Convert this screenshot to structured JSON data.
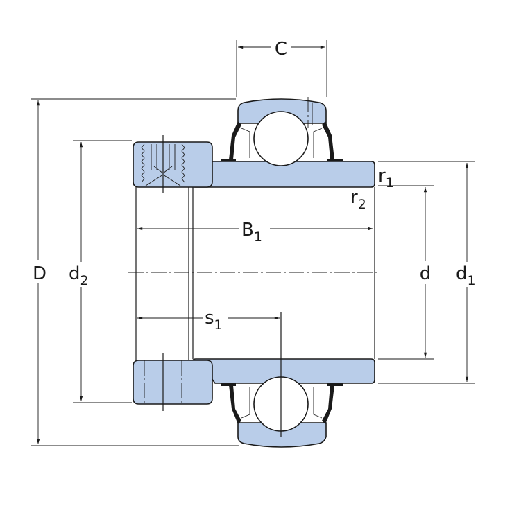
{
  "diagram": {
    "colors": {
      "part_fill": "#b9cde9",
      "line": "#1a1a1a"
    },
    "labels": {
      "C": {
        "base": "C",
        "sub": ""
      },
      "D": {
        "base": "D",
        "sub": ""
      },
      "d2": {
        "base": "d",
        "sub": "2"
      },
      "B1": {
        "base": "B",
        "sub": "1"
      },
      "r1": {
        "base": "r",
        "sub": "1"
      },
      "r2": {
        "base": "r",
        "sub": "2"
      },
      "d": {
        "base": "d",
        "sub": ""
      },
      "d1": {
        "base": "d",
        "sub": "1"
      },
      "s1": {
        "base": "s",
        "sub": "1"
      }
    }
  }
}
